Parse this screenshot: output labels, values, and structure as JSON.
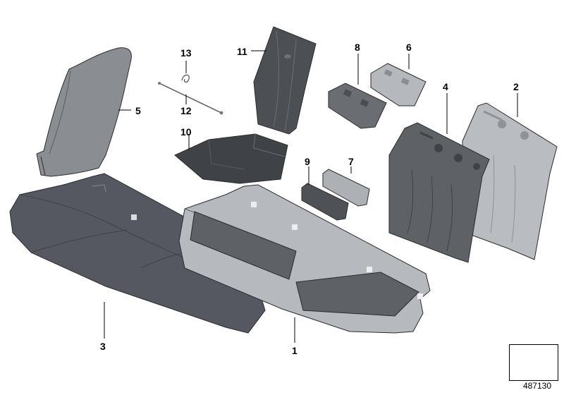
{
  "diagram": {
    "parts": [
      {
        "id": "1",
        "label": "1"
      },
      {
        "id": "2",
        "label": "2"
      },
      {
        "id": "3",
        "label": "3"
      },
      {
        "id": "4",
        "label": "4"
      },
      {
        "id": "5",
        "label": "5"
      },
      {
        "id": "6",
        "label": "6"
      },
      {
        "id": "7",
        "label": "7"
      },
      {
        "id": "8",
        "label": "8"
      },
      {
        "id": "9",
        "label": "9"
      },
      {
        "id": "10",
        "label": "10"
      },
      {
        "id": "11",
        "label": "11"
      },
      {
        "id": "12",
        "label": "12"
      },
      {
        "id": "13",
        "label": "13"
      }
    ],
    "figure_number": "487130",
    "colors": {
      "dark_trim": "#5e6166",
      "dark_trim_shade": "#3f4246",
      "light_trim": "#b9bcc0",
      "light_trim_shade": "#8f9398",
      "medium_trim": "#7d8085",
      "outline": "#2a2c2f",
      "callout_line": "#000000"
    },
    "nav_icon": "arrow-corner-icon"
  }
}
